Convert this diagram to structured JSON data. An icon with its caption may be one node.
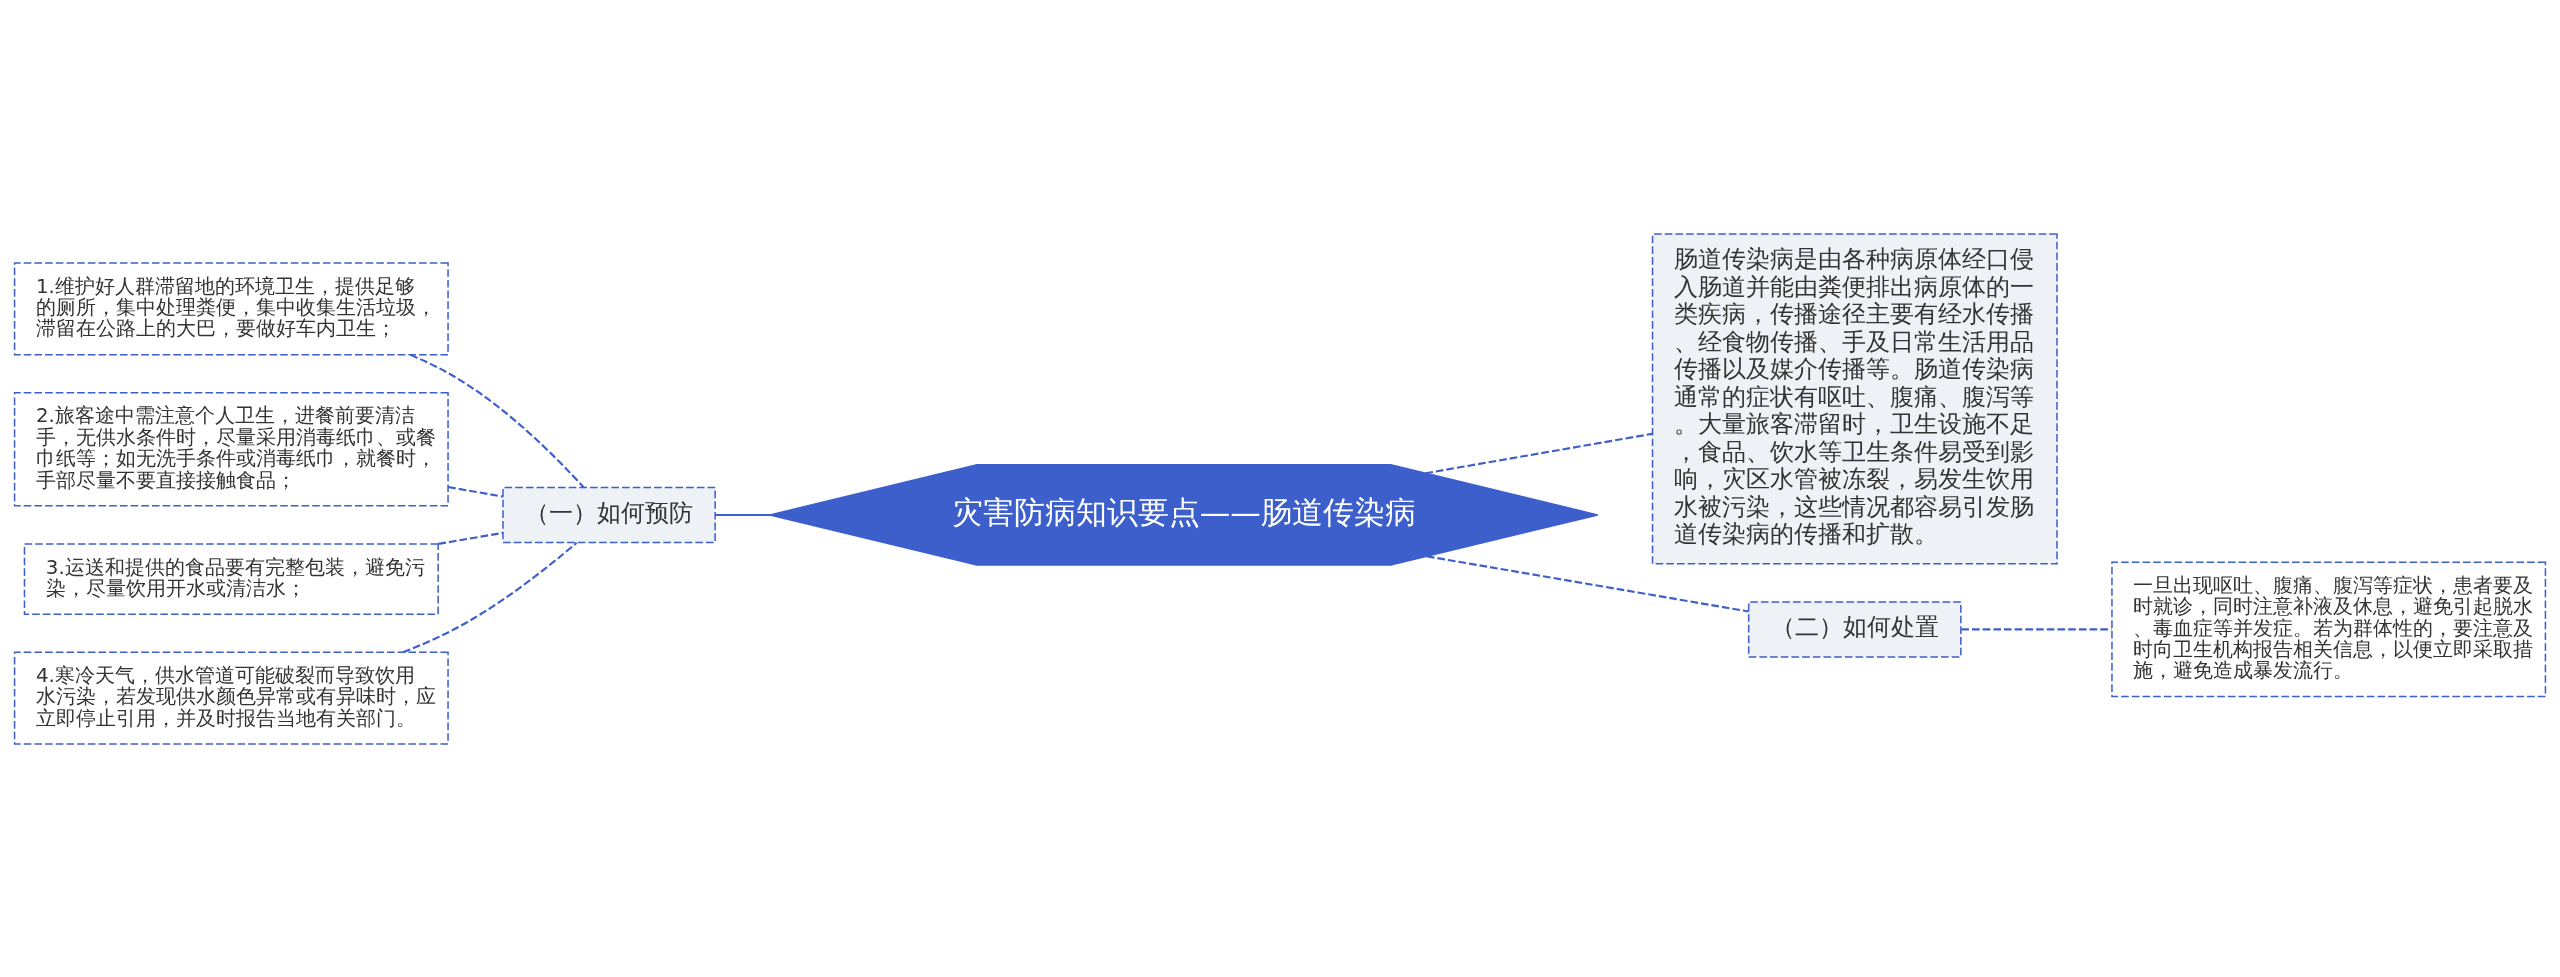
{
  "diagram": {
    "nodes": [
      {
        "text": [
          "灾害防病知识要点——肠道传染病"
        ]
      },
      {
        "text": [
          "（一）如何预防"
        ]
      },
      {
        "text": [
          "1.维护好人群滞留地的环境卫生，提供足够的厕所，集中处理粪便，集中收集生活垃圾，滞留在公路上的大巴，要做好车内卫生；"
        ]
      },
      {
        "text": [
          "2.旅客途中需注意个人卫生，进餐前要清洁手，无供水条件时，尽量采用消毒纸巾、或餐巾纸等；如无洗手条件或消毒纸巾，就餐时，手部尽量不要直接接触食品；"
        ]
      },
      {
        "text": [
          "3.运送和提供的食品要有完整包装，避免污染，尽量饮用开水或清洁水；"
        ]
      },
      {
        "text": [
          "4.寒冷天气，供水管道可能破裂而导致饮用水污染，若发现供水颜色异常或有异味时，应立即停止引用，并及时报告当地有关部门。"
        ]
      },
      {
        "text": [
          "肠道传染病是由各种病原体经口侵入肠道并能由粪便排出病原体的一类疾病，传播途径主要有经水传播、经食物传播、手及日常生活用品传播以及媒介传播等。肠道传染病通常的症状有呕吐、腹痛、腹泻等。大量旅客滞留时，卫生设施不足，食品、饮水等卫生条件易受到影响，灾区水管被冻裂，易发生饮用水被污染，这些情况都容易引发肠道传染病的传播和扩散。"
        ]
      },
      {
        "text": [
          "（二）如何处置"
        ]
      },
      {
        "text": [
          "一旦出现呕吐、腹痛、腹泻等症状，患者要及时就诊，同时注意补液及休息，避免引起脱水、毒血症等并发症。若为群体性的，要注意及时向卫生机构报告相关信息，以便立即采取措施，避免造成暴发流行。"
        ]
      }
    ],
    "edges": [
      {
        "from": 0,
        "to": 1,
        "arrow": "none"
      },
      {
        "from": 1,
        "to": 2,
        "arrow": "none",
        "style": "dashed"
      },
      {
        "from": 1,
        "to": 3,
        "arrow": "none",
        "style": "dashed"
      },
      {
        "from": 1,
        "to": 4,
        "arrow": "none",
        "style": "dashed"
      },
      {
        "from": 1,
        "to": 5,
        "arrow": "none",
        "style": "dashed"
      },
      {
        "from": 0,
        "to": 6,
        "arrow": "none",
        "style": "dashed"
      },
      {
        "from": 0,
        "to": 7,
        "arrow": "none",
        "style": "dashed"
      },
      {
        "from": 7,
        "to": 8,
        "arrow": "none",
        "style": "dashed"
      }
    ]
  }
}
